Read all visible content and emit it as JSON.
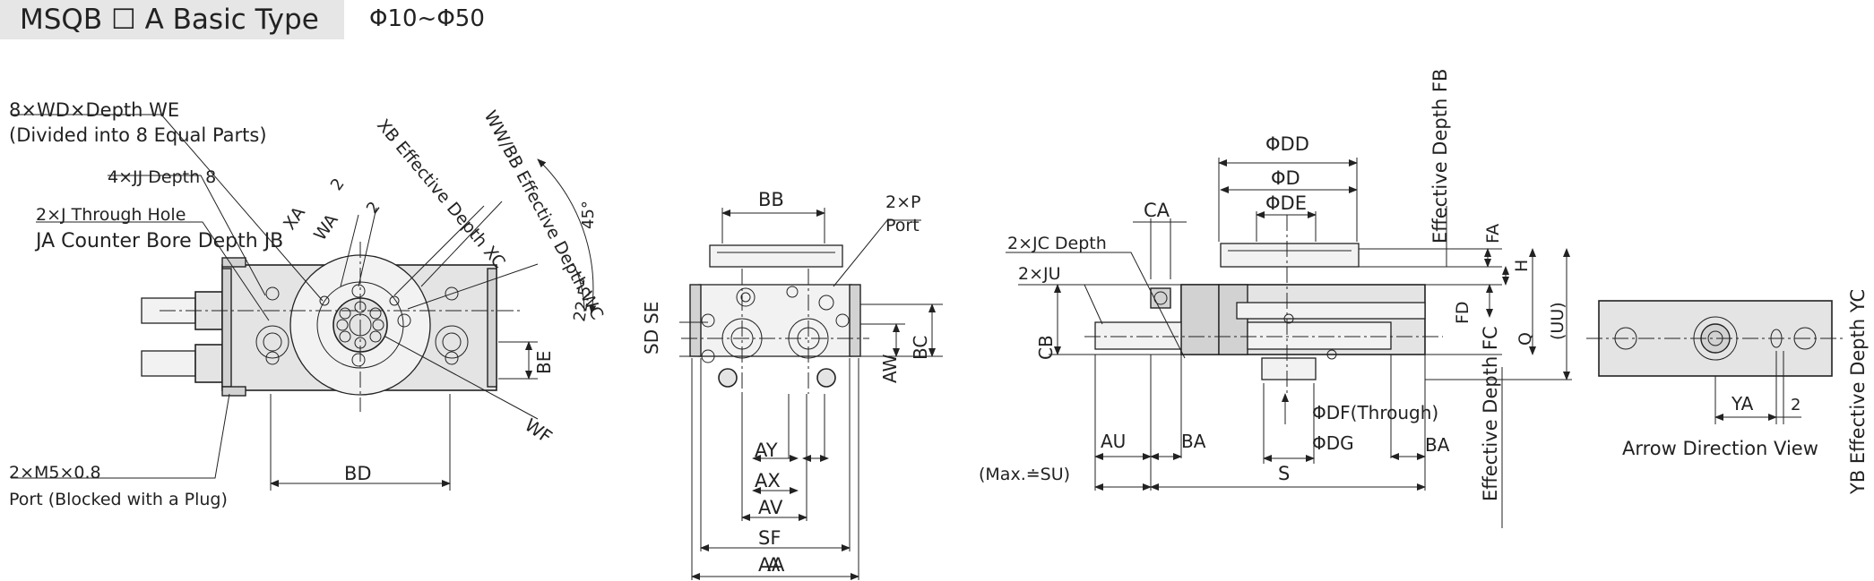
{
  "header": {
    "title": "MSQB ☐ A Basic Type",
    "subtitle": "Φ10~Φ50"
  },
  "front_view": {
    "label_wd": "8×WD×Depth WE",
    "label_divided": "(Divided into 8 Equal Parts)",
    "label_jj": "4×JJ Depth 8",
    "label_j": "2×J Through Hole",
    "label_ja": "JA Counter Bore Depth JB",
    "label_xa": "XA",
    "label_wa": "WA",
    "label_2a": "2",
    "label_2b": "2",
    "label_xb": "XB Effective Depth XC",
    "label_ww": "WW/BB Effective Depth WC",
    "label_45": "45°",
    "label_225": "22.5°",
    "label_be": "BE",
    "label_wf": "WF",
    "label_bd": "BD",
    "label_m5": "2×M5×0.8",
    "label_port": "Port (Blocked with a Plug)"
  },
  "side_view": {
    "label_bb": "BB",
    "label_2p": "2×P",
    "label_port": "Port",
    "label_sd": "SD",
    "label_se": "SE",
    "label_aw": "AW",
    "label_bc": "BC",
    "label_ay": "AY",
    "label_ax": "AX",
    "label_av": "AV",
    "label_sf": "SF",
    "label_a": "A",
    "label_aa": "AA"
  },
  "section_view": {
    "label_dd": "ΦDD",
    "label_d": "ΦD",
    "label_de": "ΦDE",
    "label_fb": "Effective Depth FB",
    "label_ca": "CA",
    "label_jc": "2×JC Depth",
    "label_ju": "2×JU",
    "label_cb": "CB",
    "label_fa": "FA",
    "label_h": "H",
    "label_fd": "FD",
    "label_q": "Q",
    "label_uu": "(UU)",
    "label_fc": "Effective Depth FC",
    "label_df": "ΦDF(Through)",
    "label_dg": "ΦDG",
    "label_au": "AU",
    "label_ba1": "BA",
    "label_ba2": "BA",
    "label_su": "(Max.≐SU)",
    "label_s": "S"
  },
  "arrow_view": {
    "label_ya": "YA",
    "label_2": "2",
    "label_yb": "YB Effective Depth YC",
    "caption": "Arrow Direction View"
  }
}
